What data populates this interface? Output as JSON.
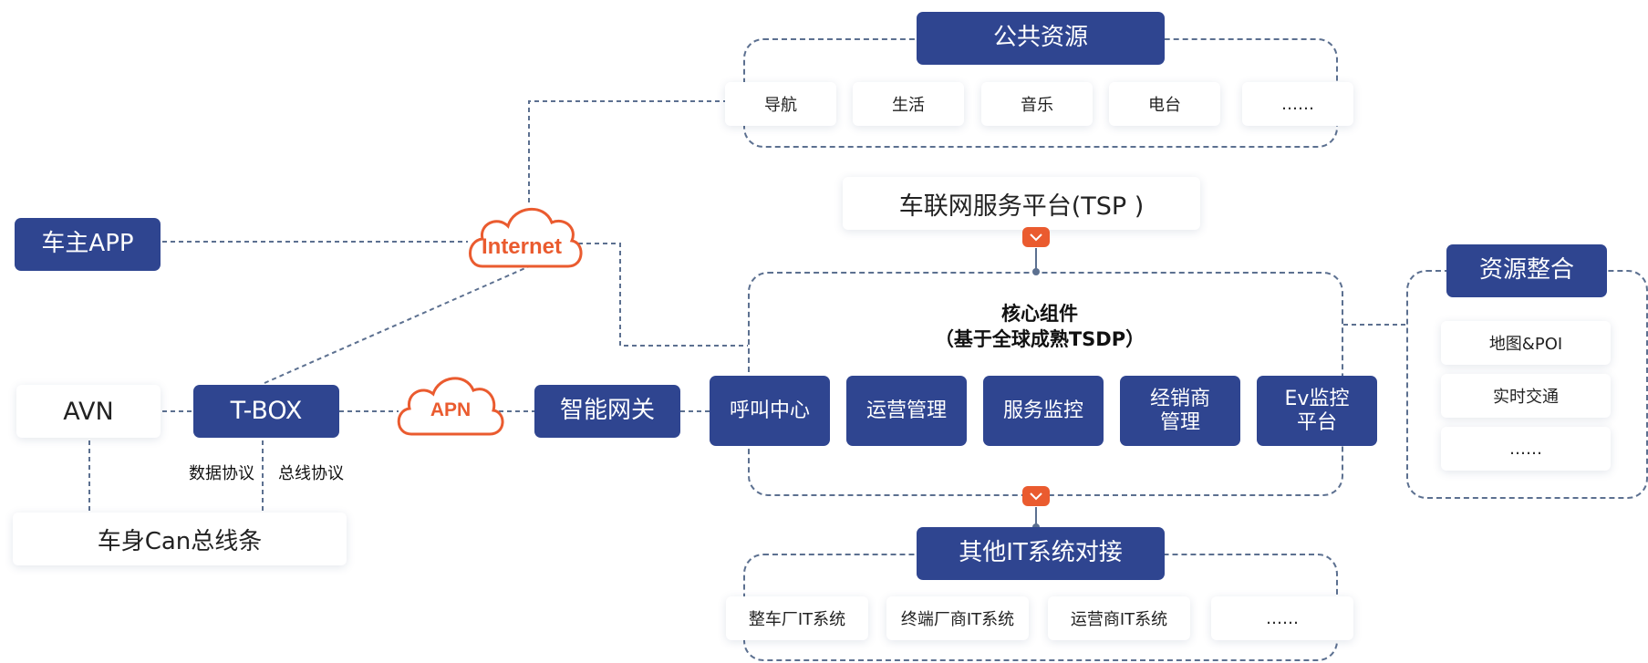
{
  "nodes": {
    "public_resources": "公共资源",
    "nav": "导航",
    "life": "生活",
    "music": "音乐",
    "radio": "电台",
    "public_more": "……",
    "tsp": "车联网服务平台(TSP )",
    "owner_app": "车主APP",
    "internet": "Internet",
    "core_title": "核心组件",
    "core_subtitle": "（基于全球成熟TSDP）",
    "avn": "AVN",
    "tbox": "T-BOX",
    "apn": "APN",
    "gateway": "智能网关",
    "call_center": "呼叫中心",
    "ops_mgmt": "运营管理",
    "svc_monitor": "服务监控",
    "dealer_mgmt_1": "经销商",
    "dealer_mgmt_2": "管理",
    "ev_monitor_1": "Ev监控",
    "ev_monitor_2": "平台",
    "data_protocol": "数据协议",
    "bus_protocol": "总线协议",
    "can_bus": "车身Can总线条",
    "resource_integration": "资源整合",
    "map_poi": "地图&POI",
    "traffic": "实时交通",
    "res_more": "……",
    "other_it": "其他IT系统对接",
    "oem_it": "整车厂IT系统",
    "terminal_it": "终端厂商IT系统",
    "operator_it": "运营商IT系统",
    "it_more": "……"
  },
  "colors": {
    "primary_blue": "#2f4590",
    "accent_orange": "#ea5b2f",
    "connector": "#5c7090"
  },
  "icons": {
    "cloud": "cloud-icon",
    "chevron": "chevron-down-icon"
  }
}
